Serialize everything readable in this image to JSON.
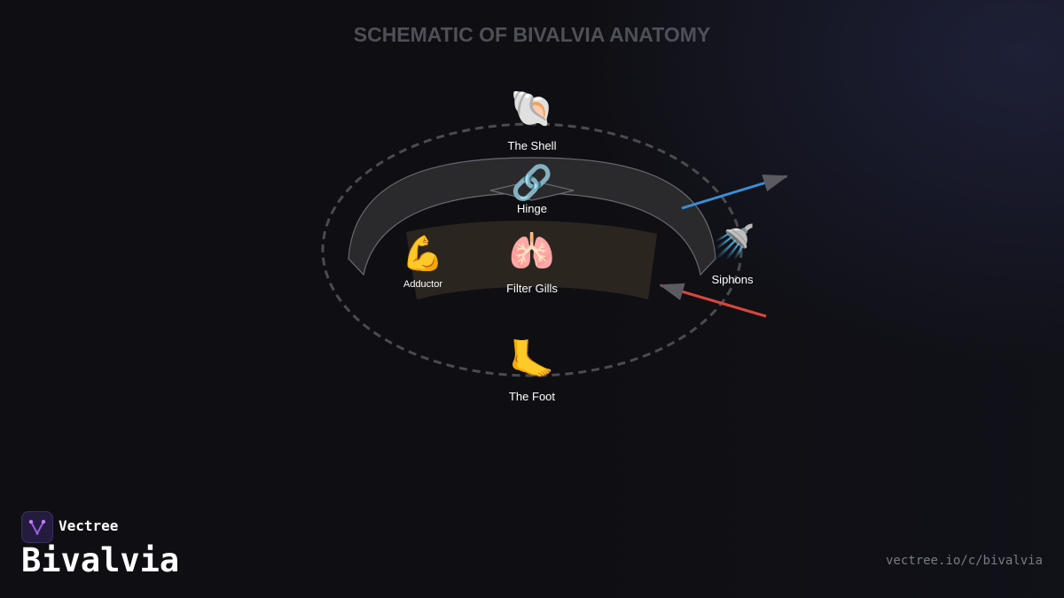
{
  "diagram": {
    "title": "SCHEMATIC OF BIVALVIA ANATOMY",
    "parts": {
      "shell": {
        "icon": "spiral-shell-icon",
        "glyph": "🐚",
        "label": "The Shell"
      },
      "hinge": {
        "icon": "link-icon",
        "glyph": "🔗",
        "label": "Hinge"
      },
      "adductor": {
        "icon": "flexed-biceps-icon",
        "glyph": "💪",
        "label": "Adductor"
      },
      "gills": {
        "icon": "lungs-icon",
        "glyph": "🫁",
        "label": "Filter Gills"
      },
      "siphons": {
        "icon": "shower-icon",
        "glyph": "🚿",
        "label": "Siphons"
      },
      "foot": {
        "icon": "foot-icon",
        "glyph": "🦶",
        "label": "The Foot"
      }
    },
    "colors": {
      "outflow_arrow": "#3a8fd6",
      "inflow_arrow": "#d9463c",
      "arrowhead": "#5a5a60",
      "outline": "#4a4a50",
      "shell_fill": "#2a2a2c",
      "body_fill": "#2b2520"
    }
  },
  "footer": {
    "brand": "Vectree",
    "page_title": "Bivalvia",
    "url": "vectree.io/c/bivalvia"
  }
}
